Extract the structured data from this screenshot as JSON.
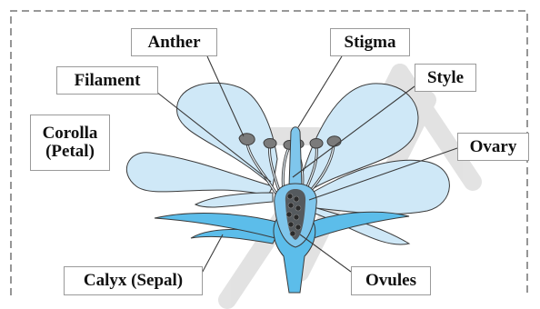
{
  "diagram": {
    "labels": {
      "anther": "Anther",
      "stigma": "Stigma",
      "filament": "Filament",
      "style": "Style",
      "corolla_line1": "Corolla",
      "corolla_line2": "(Petal)",
      "ovary": "Ovary",
      "calyx": "Calyx (Sepal)",
      "ovules": "Ovules"
    },
    "colors": {
      "petal_fill": "#cfe8f7",
      "petal_stroke": "#3a3a3a",
      "sepal_fill": "#5cbdea",
      "ovary_fill": "#7fc6ec",
      "ovary_inner": "#555a5e",
      "ovule": "#2a2a2a",
      "anther": "#7b7b7b",
      "border_dash": "#8a8a8a",
      "watermark": "#d9d9d9"
    }
  }
}
